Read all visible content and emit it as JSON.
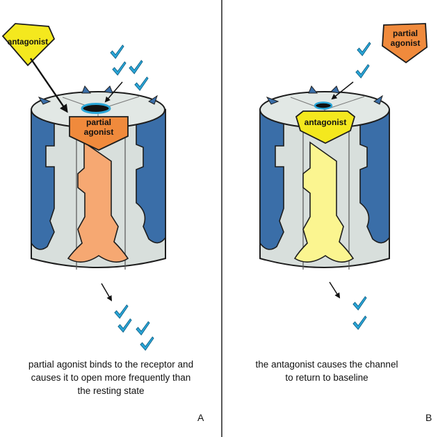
{
  "labels": {
    "antagonist": "antagonist",
    "partial": "partial",
    "agonist": "agonist"
  },
  "panels": {
    "a": {
      "letter": "A",
      "caption_lines": [
        "partial agonist binds to the receptor and",
        "causes it to open more frequently than",
        "the resting state"
      ]
    },
    "b": {
      "letter": "B",
      "caption_lines": [
        "the antagonist causes the channel",
        "to return to baseline"
      ]
    }
  },
  "colors": {
    "channel_blue": "#3a6ea8",
    "channel_body": "#d8dfdc",
    "partial_agonist": "#f08a3c",
    "partial_agonist_light": "#f6a872",
    "antagonist": "#f4e81e",
    "antagonist_light": "#fbf590",
    "check": "#2aa6d8",
    "pore_ring": "#2aa6d8"
  },
  "icons": [
    "check-icon",
    "arrow-icon"
  ]
}
